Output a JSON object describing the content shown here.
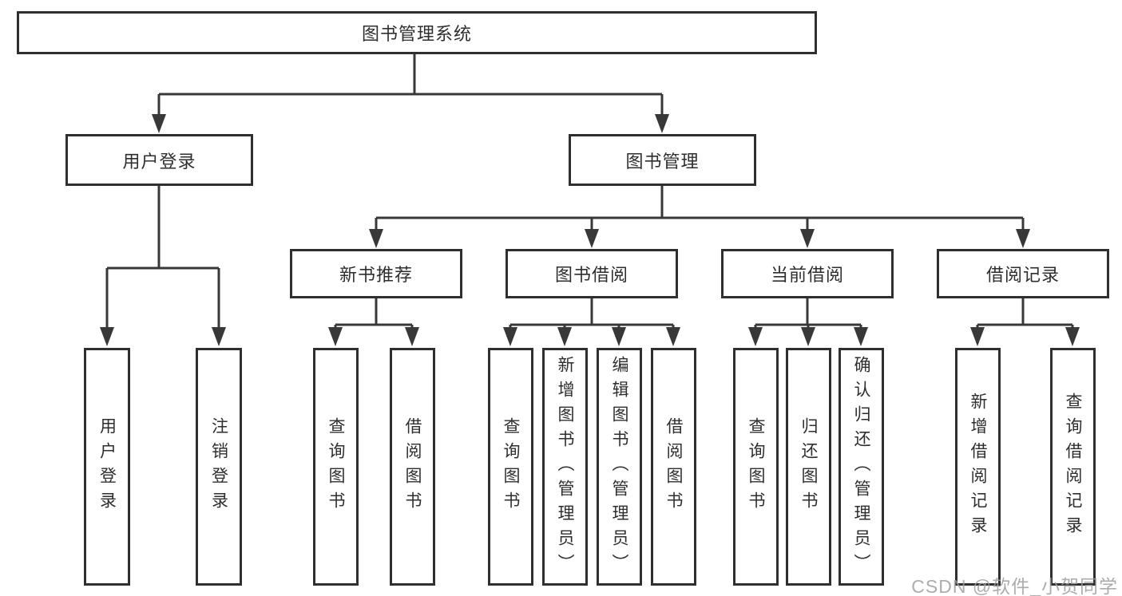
{
  "diagram": {
    "root": {
      "label": "图书管理系统"
    },
    "branches": [
      {
        "label": "用户登录",
        "children": [
          {
            "label": "用户登录"
          },
          {
            "label": "注销登录"
          }
        ]
      },
      {
        "label": "图书管理",
        "children": [
          {
            "label": "新书推荐",
            "children": [
              {
                "label": "查询图书"
              },
              {
                "label": "借阅图书"
              }
            ]
          },
          {
            "label": "图书借阅",
            "children": [
              {
                "label": "查询图书"
              },
              {
                "label": "新增图书（管理员）"
              },
              {
                "label": "编辑图书（管理员）"
              },
              {
                "label": "借阅图书"
              }
            ]
          },
          {
            "label": "当前借阅",
            "children": [
              {
                "label": "查询图书"
              },
              {
                "label": "归还图书"
              },
              {
                "label": "确认归还（管理员）"
              }
            ]
          },
          {
            "label": "借阅记录",
            "children": [
              {
                "label": "新增借阅记录"
              },
              {
                "label": "查询借阅记录"
              }
            ]
          }
        ]
      }
    ]
  },
  "watermark": {
    "text": "CSDN @软件_小贺同学"
  },
  "colors": {
    "line": "#383838",
    "box_border": "#2f2f2f",
    "text": "#2e2e2e",
    "watermark": "#9e9e9e",
    "background": "#ffffff"
  }
}
